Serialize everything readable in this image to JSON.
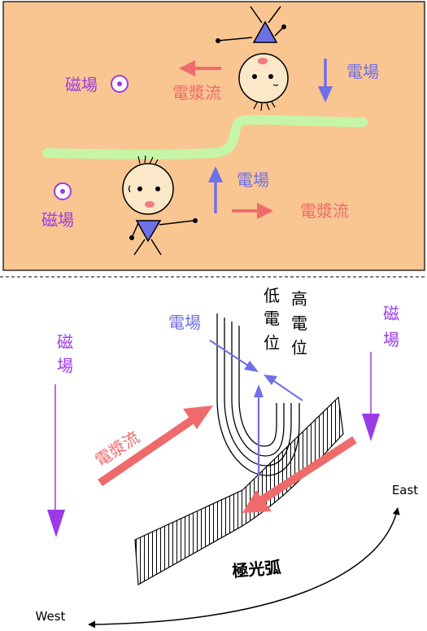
{
  "top_panel": {
    "magnetic_field_left": "磁場",
    "magnetic_field_right": "磁場",
    "plasma_flow_upper": "電漿流",
    "plasma_flow_lower": "電漿流",
    "electric_field_upper": "電場",
    "electric_field_lower": "電場"
  },
  "bottom_panel": {
    "magnetic_field_left": [
      "磁",
      "場"
    ],
    "magnetic_field_right": [
      "磁",
      "場"
    ],
    "electric_field": "電場",
    "low_potential": [
      "低",
      "電",
      "位"
    ],
    "high_potential": [
      "高",
      "電",
      "位"
    ],
    "plasma_flow": "電漿流",
    "auroral_arc": "極光弧",
    "east": "East",
    "west": "West"
  },
  "colors": {
    "panel_bg": "#f9c591",
    "magnetic": "#9b3be6",
    "plasma": "#ef6b6b",
    "electric": "#6f6fe6",
    "boundary": "#c6f5a7",
    "face": "#fbe8c8",
    "shirt": "#6f6fe6"
  }
}
